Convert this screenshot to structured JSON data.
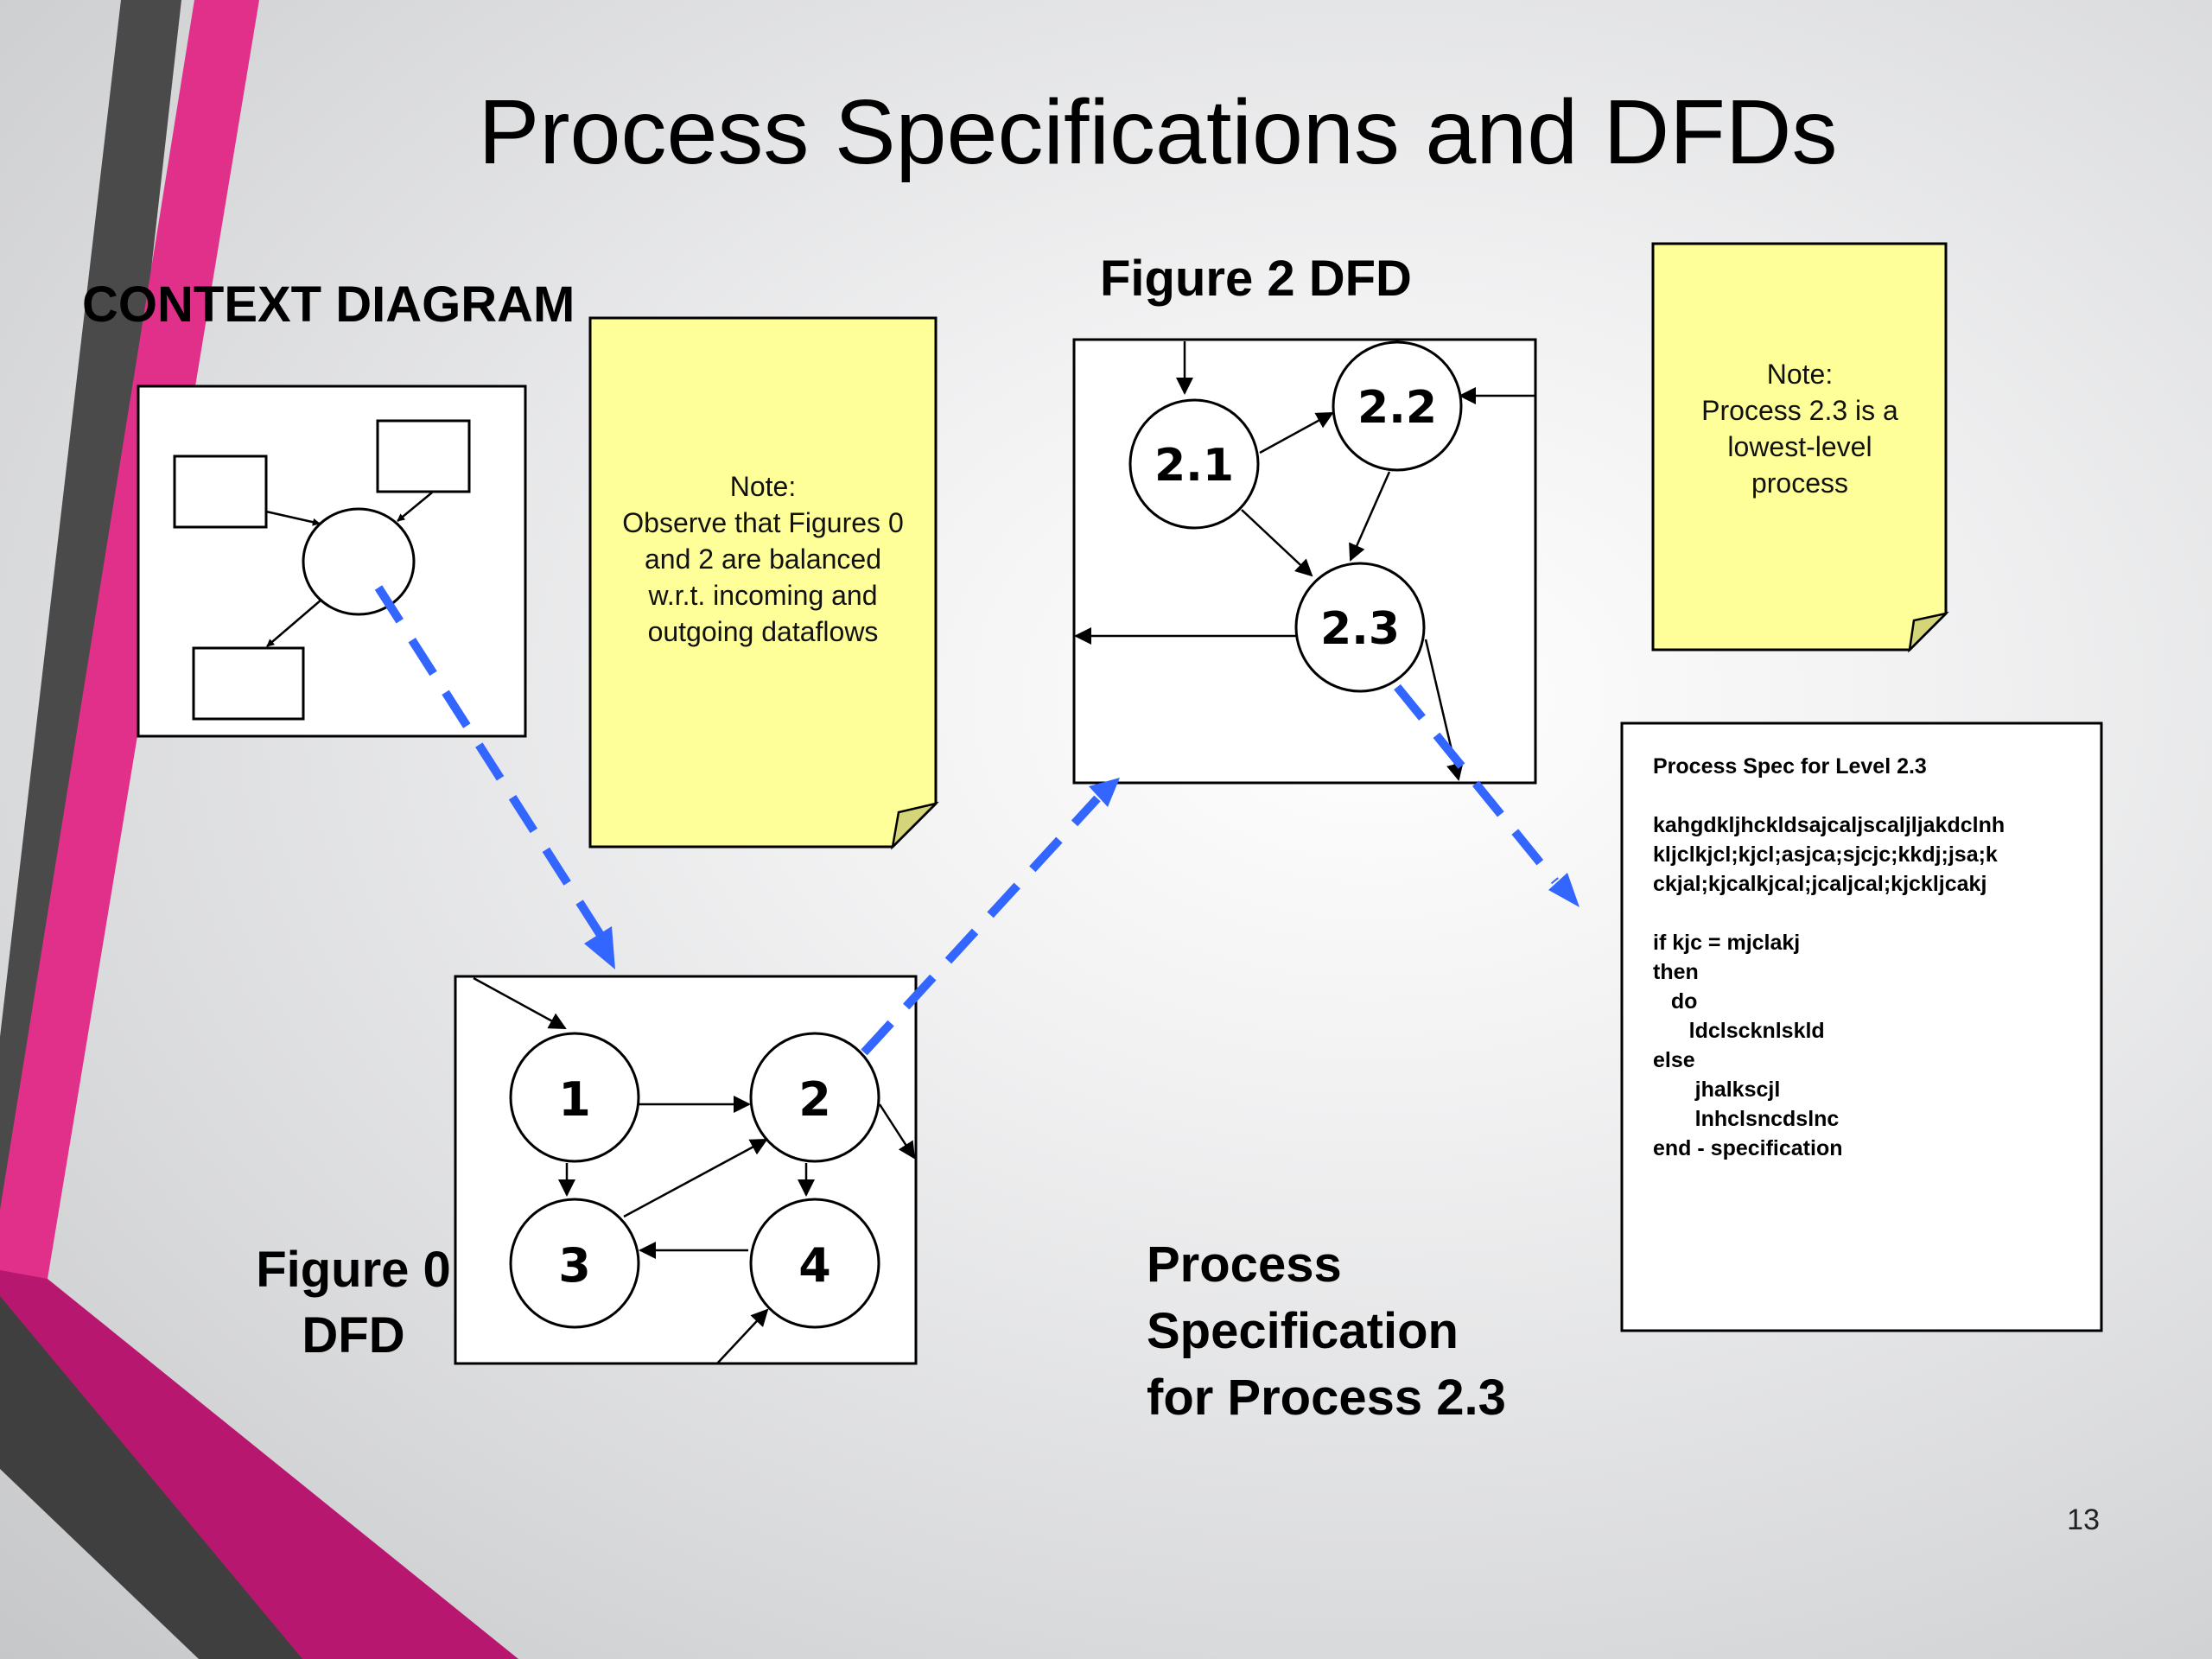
{
  "title": "Process Specifications and DFDs",
  "headings": {
    "context": "CONTEXT DIAGRAM",
    "figure2": "Figure 2 DFD",
    "figure0_line1": "Figure 0",
    "figure0_line2": "DFD",
    "spec_line1": "Process",
    "spec_line2": "Specification",
    "spec_line3": "for Process 2.3"
  },
  "note1": {
    "lines": [
      "Note:",
      "Observe that Figures 0",
      "and 2 are balanced",
      "w.r.t. incoming and",
      "outgoing dataflows"
    ]
  },
  "note2": {
    "lines": [
      "Note:",
      "Process 2.3 is a",
      "lowest-level",
      "process"
    ]
  },
  "figure2_nodes": {
    "n21": "2.1",
    "n22": "2.2",
    "n23": "2.3"
  },
  "figure0_nodes": {
    "n1": "1",
    "n2": "2",
    "n3": "3",
    "n4": "4"
  },
  "spec_box": {
    "lines": [
      "Process Spec for Level 2.3",
      "",
      "kahgdkljhckldsajcaljscaljljakdclnh",
      "kljclkjcl;kjcl;asjca;sjcjc;kkdj;jsa;k",
      "ckjal;kjcalkjcal;jcaljcal;kjckljcakj",
      "",
      "if kjc = mjclakj",
      "then",
      "   do",
      "      ldclscknlskld",
      "else",
      "       jhalkscjl",
      "       lnhclsncdslnc",
      "end - specification"
    ]
  },
  "page_number": "13",
  "colors": {
    "accent_pink": "#e0308a",
    "accent_dark": "#4a4a4a",
    "note_yellow": "#ffff99",
    "arrow_blue": "#3366ff"
  }
}
